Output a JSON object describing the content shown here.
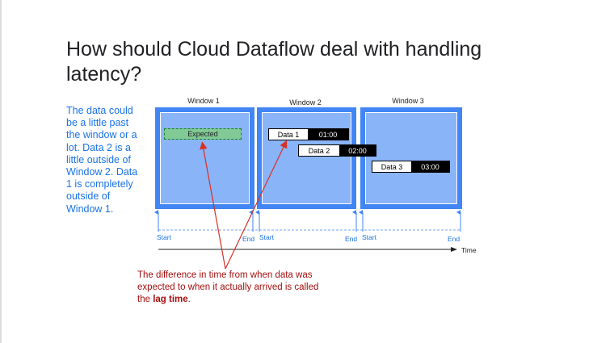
{
  "title": "How should Cloud Dataflow deal with handling latency?",
  "side_text": "The data could be a little past the window or a lot. Data 2 is a little outside of Window 2. Data 1 is completely outside of Window 1.",
  "windows": [
    {
      "label": "Window 1",
      "start": "Start",
      "end": "End"
    },
    {
      "label": "Window 2",
      "start": "Start",
      "end": "End"
    },
    {
      "label": "Window 3",
      "start": "Start",
      "end": "End"
    }
  ],
  "expected_label": "Expected",
  "data_items": [
    {
      "name": "Data 1",
      "time": "01:00"
    },
    {
      "name": "Data 2",
      "time": "02:00"
    },
    {
      "name": "Data 3",
      "time": "03:00"
    }
  ],
  "time_axis_label": "Time",
  "lag_text": {
    "prefix": "The difference in time from when data was expected to when it actually arrived is called the ",
    "term": "lag time",
    "suffix": "."
  },
  "colors": {
    "window_border": "#4285f4",
    "window_fill": "#8ab4f8",
    "expected_fill": "#81c995",
    "arrow": "#d93025",
    "side_text": "#1a73e8"
  }
}
